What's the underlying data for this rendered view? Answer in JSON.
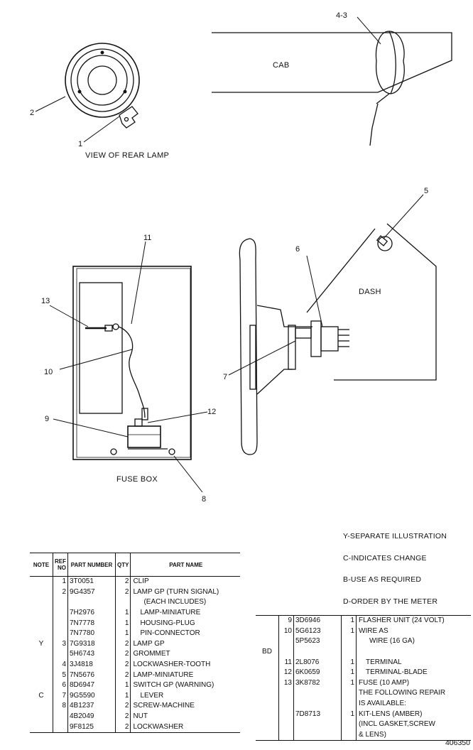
{
  "callouts": {
    "c1": "1",
    "c2": "2",
    "c43": "4-3",
    "c5": "5",
    "c6": "6",
    "c7": "7",
    "c8": "8",
    "c9": "9",
    "c10": "10",
    "c11": "11",
    "c12": "12",
    "c13": "13"
  },
  "captions": {
    "rear_lamp": "VIEW OF REAR LAMP",
    "cab": "CAB",
    "dash": "DASH",
    "fuse_box": "FUSE BOX"
  },
  "legend": [
    "Y-SEPARATE ILLUSTRATION",
    "C-INDICATES CHANGE",
    "B-USE AS REQUIRED",
    "D-ORDER BY THE METER"
  ],
  "table_headers": {
    "note": "NOTE",
    "ref": "REF NO",
    "part": "PART NUMBER",
    "qty": "QTY",
    "name": "PART NAME"
  },
  "parts_left": [
    {
      "note": "",
      "ref": "1",
      "part": "3T0051",
      "qty": "2",
      "name": "CLIP"
    },
    {
      "note": "",
      "ref": "2",
      "part": "9G4357",
      "qty": "2",
      "name": "LAMP GP (TURN SIGNAL)"
    },
    {
      "note": "",
      "ref": "",
      "part": "",
      "qty": "",
      "name": "(EACH INCLUDES)"
    },
    {
      "note": "",
      "ref": "",
      "part": "7H2976",
      "qty": "1",
      "name": "LAMP-MINIATURE"
    },
    {
      "note": "",
      "ref": "",
      "part": "7N7778",
      "qty": "1",
      "name": "HOUSING-PLUG"
    },
    {
      "note": "",
      "ref": "",
      "part": "7N7780",
      "qty": "1",
      "name": "PIN-CONNECTOR"
    },
    {
      "note": "Y",
      "ref": "3",
      "part": "7G9318",
      "qty": "2",
      "name": "LAMP GP"
    },
    {
      "note": "",
      "ref": "",
      "part": "5H6743",
      "qty": "2",
      "name": "GROMMET"
    },
    {
      "note": "",
      "ref": "4",
      "part": "3J4818",
      "qty": "2",
      "name": "LOCKWASHER-TOOTH"
    },
    {
      "note": "",
      "ref": "5",
      "part": "7N5676",
      "qty": "2",
      "name": "LAMP-MINIATURE"
    },
    {
      "note": "",
      "ref": "6",
      "part": "8D6947",
      "qty": "1",
      "name": "SWITCH GP (WARNING)"
    },
    {
      "note": "C",
      "ref": "7",
      "part": "9G5590",
      "qty": "1",
      "name": "LEVER"
    },
    {
      "note": "",
      "ref": "8",
      "part": "4B1237",
      "qty": "2",
      "name": "SCREW-MACHINE"
    },
    {
      "note": "",
      "ref": "",
      "part": "4B2049",
      "qty": "2",
      "name": "NUT"
    },
    {
      "note": "",
      "ref": "",
      "part": "9F8125",
      "qty": "2",
      "name": "LOCKWASHER"
    }
  ],
  "parts_right": [
    {
      "note": "",
      "ref": "9",
      "part": "3D6946",
      "qty": "1",
      "name": "FLASHER UNIT (24 VOLT)"
    },
    {
      "note": "",
      "ref": "10",
      "part": "5G6123",
      "qty": "1",
      "name": "WIRE AS"
    },
    {
      "note": "",
      "ref": "",
      "part": "5P5623",
      "qty": "",
      "name": "WIRE (16 GA)"
    },
    {
      "note": "BD",
      "ref": "",
      "part": "",
      "qty": "",
      "name": ""
    },
    {
      "note": "",
      "ref": "11",
      "part": "2L8076",
      "qty": "1",
      "name": "TERMINAL"
    },
    {
      "note": "",
      "ref": "12",
      "part": "6K0659",
      "qty": "1",
      "name": "TERMINAL-BLADE"
    },
    {
      "note": "",
      "ref": "13",
      "part": "3K8782",
      "qty": "1",
      "name": "FUSE (10 AMP)"
    },
    {
      "note": "",
      "ref": "",
      "part": "",
      "qty": "",
      "name": "THE FOLLOWING REPAIR"
    },
    {
      "note": "",
      "ref": "",
      "part": "",
      "qty": "",
      "name": "IS AVAILABLE:"
    },
    {
      "note": "",
      "ref": "",
      "part": "7D8713",
      "qty": "1",
      "name": "KIT-LENS (AMBER)"
    },
    {
      "note": "",
      "ref": "",
      "part": "",
      "qty": "",
      "name": "(INCL GASKET,SCREW"
    },
    {
      "note": "",
      "ref": "",
      "part": "",
      "qty": "",
      "name": "& LENS)"
    }
  ],
  "drawing_number": "406350"
}
